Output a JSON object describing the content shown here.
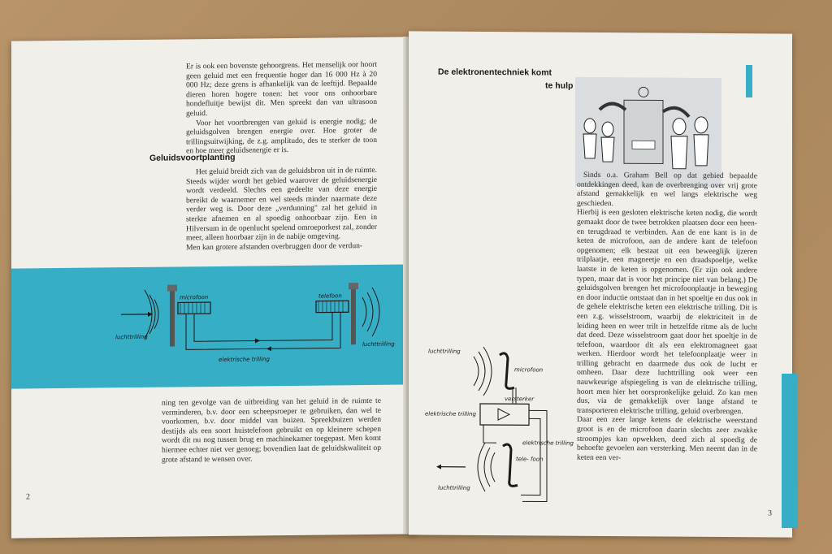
{
  "left_page": {
    "para1": "Er is ook een bovenste gehoorgrens. Het menselijk oor hoort geen geluid met een frequentie hoger dan 16 000 Hz à 20 000 Hz; deze grens is afhankelijk van de leeftijd. Bepaalde dieren horen hogere tonen: het voor ons onhoorbare hondefluitje bewijst dit. Men spreekt dan van ultrasoon geluid.",
    "para2": "Voor het voortbrengen van geluid is energie nodig; de geluidsgolven brengen energie over. Hoe groter de trillingsuitwijking, de z.g. amplitudo, des te sterker de toon en hoe meer geluidsenergie er is.",
    "heading": "Geluidsvoortplanting",
    "para3": "Het geluid breidt zich van de geluidsbron uit in de ruimte. Steeds wijder wordt het gebied waarover de geluidsenergie wordt verdeeld. Slechts een gedeelte van deze energie bereikt de waarnemer en wel steeds minder naarmate deze verder weg is. Door deze „verdunning\" zal het geluid in sterkte afnemen en al spoedig onhoorbaar zijn. Een in Hilversum in de openlucht spelend omroeporkest zal, zonder meer, alleen hoorbaar zijn in de nabije omgeving.",
    "para4": "Men kan grotere afstanden overbruggen door de verdun-",
    "para5": "ning ten gevolge van de uitbreiding van het geluid in de ruimte te verminderen, b.v. door een scheepsroeper te gebruiken, dan wel te voorkomen, b.v. door middel van buizen. Spreekbuizen werden destijds als een soort huistelefoon gebruikt en op kleinere schepen wordt dit nu nog tussen brug en machinekamer toegepast. Men komt hiermee echter niet ver genoeg; bovendien laat de geluidskwaliteit op grote afstand te wensen over.",
    "page_number": "2",
    "diagram": {
      "microfoon": "microfoon",
      "telefoon": "telefoon",
      "luchttrilling_left": "luchttrilling",
      "luchttrilling_right": "luchttrilling",
      "elektrische_trilling": "elektrische trilling"
    }
  },
  "right_page": {
    "heading_line1": "De elektronentechniek komt",
    "heading_line2": "te hulp",
    "para1": "Sinds o.a. Graham Bell op dat gebied bepaalde ontdekkingen deed, kan de overbrenging over vrij grote afstand gemakkelijk en wel langs elektrische weg geschieden.",
    "para2": "Hierbij is een gesloten elektrische keten nodig, die wordt gemaakt door de twee betrokken plaatsen door een heen- en terugdraad te verbinden. Aan de ene kant is in de keten de microfoon, aan de andere kant de telefoon opgenomen; elk bestaat uit een beweeglijk ijzeren trilplaatje, een magneetje en een draadspoeltje, welke laatste in de keten is opgenomen. (Er zijn ook andere typen, maar dat is voor het principe niet van belang.) De geluidsgolven brengen het microfoonplaatje in beweging en door inductie ontstaat dan in het spoeltje en dus ook in de gehele elektrische keten een elektrische trilling. Dit is een z.g. wisselstroom, waarbij de elektriciteit in de leiding heen en weer trilt in hetzelfde ritme als de lucht dat deed. Deze wisselstroom gaat door het spoeltje in de telefoon, waardoor dit als een elektromagneet gaat werken. Hierdoor wordt het telefoonplaatje weer in trilling gebracht en daarmede dus ook de lucht er omheen. Daar deze luchttrilling ook weer een nauwkeurige afspiegeling is van de elektrische trilling, hoort men hier het oorspronkelijke geluid. Zo kan men dus, via de gemakkelijk over lange afstand te transporteren elektrische trilling, geluid overbrengen.",
    "para3": "Daar een zeer lange ketens de elektrische weerstand groot is en de microfoon daarin slechts zeer zwakke stroompjes kan opwekken, deed zich al spoedig de behoefte gevoelen aan versterking. Men neemt dan in de keten een ver-",
    "page_number": "3",
    "diagram": {
      "luchttrilling_top": "luchttrilling",
      "microfoon": "microfoon",
      "elektrische_trilling_left": "elektrische trilling",
      "versterker": "versterker",
      "telefoon": "tele- foon",
      "elektrische_trilling_right": "elektrische trilling",
      "luchttrilling_bottom": "luchttrilling"
    }
  }
}
